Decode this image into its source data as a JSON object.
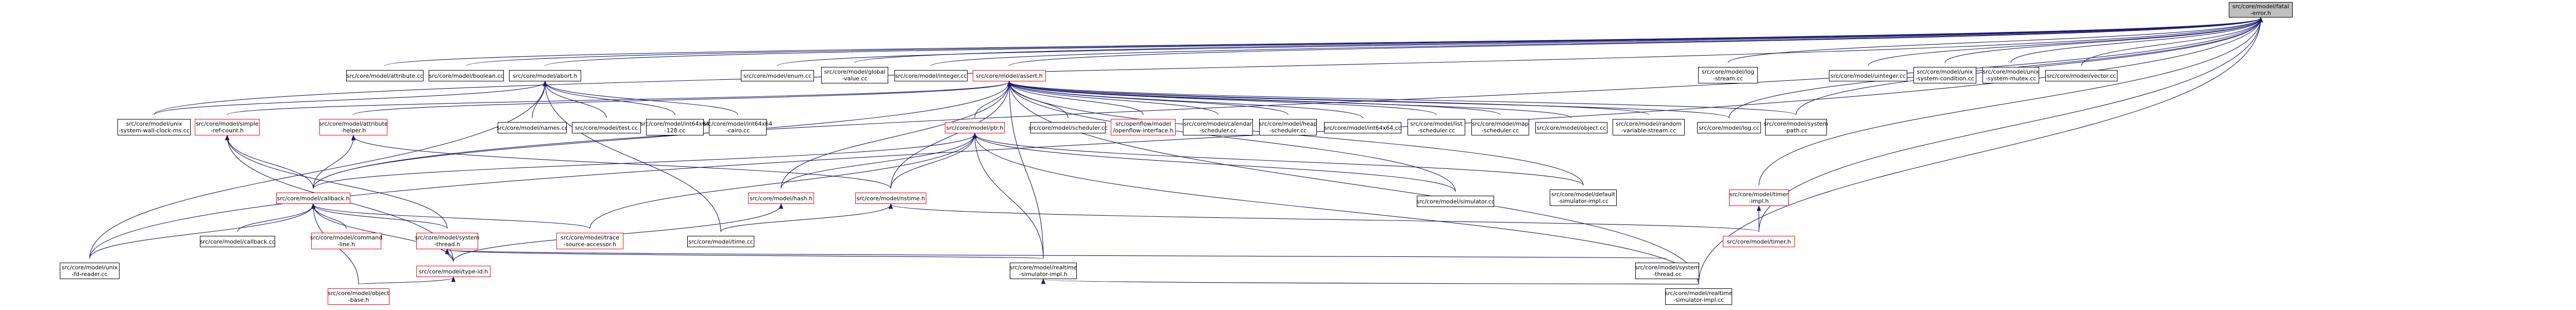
{
  "colors": {
    "edge": "#191970",
    "root_fill": "#bfbfbf",
    "border": "#000000",
    "incomplete_border": "#ff0000"
  },
  "nodes": {
    "fatal_error_h": {
      "label": "src/core/model/fatal\n-error.h",
      "incomplete": false
    },
    "attribute_cc": {
      "label": "src/core/model/attribute.cc",
      "incomplete": false
    },
    "boolean_cc": {
      "label": "src/core/model/boolean.cc",
      "incomplete": false
    },
    "abort_h": {
      "label": "src/core/model/abort.h",
      "incomplete": false
    },
    "enum_cc": {
      "label": "src/core/model/enum.cc",
      "incomplete": false
    },
    "global_value_cc": {
      "label": "src/core/model/global\n-value.cc",
      "incomplete": false
    },
    "integer_cc": {
      "label": "src/core/model/integer.cc",
      "incomplete": false
    },
    "assert_h": {
      "label": "src/core/model/assert.h",
      "incomplete": true
    },
    "log_stream_cc": {
      "label": "src/core/model/log\n-stream.cc",
      "incomplete": false
    },
    "uinteger_cc": {
      "label": "src/core/model/uinteger.cc",
      "incomplete": false
    },
    "unix_system_condition_cc": {
      "label": "src/core/model/unix\n-system-condition.cc",
      "incomplete": false
    },
    "unix_system_mutex_cc": {
      "label": "src/core/model/unix\n-system-mutex.cc",
      "incomplete": false
    },
    "vector_cc": {
      "label": "src/core/model/vector.cc",
      "incomplete": false
    },
    "unix_wall_clock_cc": {
      "label": "src/core/model/unix\n-system-wall-clock-ms.cc",
      "incomplete": false
    },
    "simple_ref_count_h": {
      "label": "src/core/model/simple\n-ref-count.h",
      "incomplete": true
    },
    "attribute_helper_h": {
      "label": "src/core/model/attribute\n-helper.h",
      "incomplete": true
    },
    "names_cc": {
      "label": "src/core/model/names.cc",
      "incomplete": false
    },
    "test_cc": {
      "label": "src/core/model/test.cc",
      "incomplete": false
    },
    "int64x64_128_cc": {
      "label": "src/core/model/int64x64\n-128.cc",
      "incomplete": false
    },
    "int64x64_cairo_cc": {
      "label": "src/core/model/int64x64\n-cairo.cc",
      "incomplete": false
    },
    "ptr_h": {
      "label": "src/core/model/ptr.h",
      "incomplete": true
    },
    "scheduler_cc": {
      "label": "src/core/model/scheduler.cc",
      "incomplete": false
    },
    "openflow_interface_h": {
      "label": "src/openflow/model\n/openflow-interface.h",
      "incomplete": true
    },
    "calendar_scheduler_cc": {
      "label": "src/core/model/calendar\n-scheduler.cc",
      "incomplete": false
    },
    "heap_scheduler_cc": {
      "label": "src/core/model/heap\n-scheduler.cc",
      "incomplete": false
    },
    "int64x64_cc": {
      "label": "src/core/model/int64x64.cc",
      "incomplete": false
    },
    "list_scheduler_cc": {
      "label": "src/core/model/list\n-scheduler.cc",
      "incomplete": false
    },
    "map_scheduler_cc": {
      "label": "src/core/model/map\n-scheduler.cc",
      "incomplete": false
    },
    "object_cc": {
      "label": "src/core/model/object.cc",
      "incomplete": false
    },
    "random_variable_stream_cc": {
      "label": "src/core/model/random\n-variable-stream.cc",
      "incomplete": false
    },
    "log_cc": {
      "label": "src/core/model/log.cc",
      "incomplete": false
    },
    "system_path_cc": {
      "label": "src/core/model/system\n-path.cc",
      "incomplete": false
    },
    "timer_impl_h": {
      "label": "src/core/model/timer\n-impl.h",
      "incomplete": true
    },
    "callback_h": {
      "label": "src/core/model/callback.h",
      "incomplete": true
    },
    "hash_h": {
      "label": "src/core/model/hash.h",
      "incomplete": true
    },
    "nstime_h": {
      "label": "src/core/model/nstime.h",
      "incomplete": true
    },
    "simulator_cc": {
      "label": "src/core/model/simulator.cc",
      "incomplete": false
    },
    "default_simulator_impl_cc": {
      "label": "src/core/model/default\n-simulator-impl.cc",
      "incomplete": false
    },
    "callback_cc": {
      "label": "src/core/model/callback.cc",
      "incomplete": false
    },
    "command_line_h": {
      "label": "src/core/model/command\n-line.h",
      "incomplete": true
    },
    "system_thread_h": {
      "label": "src/core/model/system\n-thread.h",
      "incomplete": true
    },
    "trace_source_accessor_h": {
      "label": "src/core/model/trace\n-source-accessor.h",
      "incomplete": true
    },
    "time_cc": {
      "label": "src/core/model/time.cc",
      "incomplete": false
    },
    "timer_h": {
      "label": "src/core/model/timer.h",
      "incomplete": true
    },
    "unix_fd_reader_cc": {
      "label": "src/core/model/unix\n-fd-reader.cc",
      "incomplete": false
    },
    "type_id_h": {
      "label": "src/core/model/type-id.h",
      "incomplete": true
    },
    "realtime_simulator_impl_h": {
      "label": "src/core/model/realtime\n-simulator-impl.h",
      "incomplete": false
    },
    "system_thread_cc": {
      "label": "src/core/model/system\n-thread.cc",
      "incomplete": false
    },
    "object_base_h": {
      "label": "src/core/model/object\n-base.h",
      "incomplete": true
    },
    "realtime_simulator_impl_cc": {
      "label": "src/core/model/realtime\n-simulator-impl.cc",
      "incomplete": false
    }
  }
}
